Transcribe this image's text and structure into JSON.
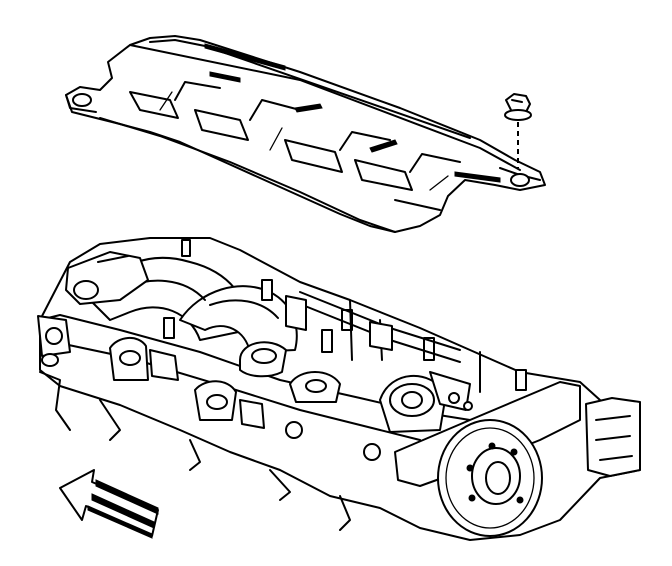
{
  "figure": {
    "parts": [
      {
        "id": "cover",
        "icon": "intake-manifold-cover"
      },
      {
        "id": "nut",
        "icon": "flange-nut"
      },
      {
        "id": "engine",
        "icon": "engine-block-top-view"
      },
      {
        "id": "arrow",
        "icon": "front-direction-arrow"
      }
    ],
    "colors": {
      "ink": "#000000",
      "paper": "#ffffff"
    }
  }
}
